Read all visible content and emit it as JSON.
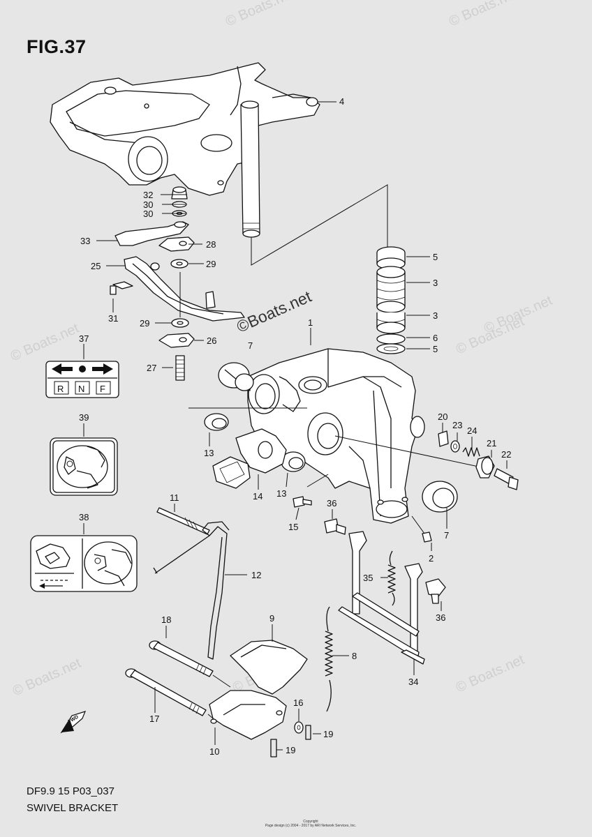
{
  "figure": {
    "title": "FIG.37",
    "model_code": "DF9.9 15 P03_037",
    "section_name": "SWIVEL BRACKET",
    "copyright_lines": [
      "Copyright",
      "Page design (c) 2004 - 2017 by ARI Network Services, Inc."
    ]
  },
  "watermark": {
    "main": "©Boats.net",
    "faint": "© Boats.net"
  },
  "decals": {
    "label_37": {
      "letters": [
        "R",
        "N",
        "F"
      ]
    }
  },
  "direction_marker": "FWD",
  "callouts": [
    {
      "id": "c4",
      "text": "4"
    },
    {
      "id": "c32",
      "text": "32"
    },
    {
      "id": "c30a",
      "text": "30"
    },
    {
      "id": "c30b",
      "text": "30"
    },
    {
      "id": "c33",
      "text": "33"
    },
    {
      "id": "c28",
      "text": "28"
    },
    {
      "id": "c25",
      "text": "25"
    },
    {
      "id": "c29a",
      "text": "29"
    },
    {
      "id": "c31",
      "text": "31"
    },
    {
      "id": "c5a",
      "text": "5"
    },
    {
      "id": "c3a",
      "text": "3"
    },
    {
      "id": "c3b",
      "text": "3"
    },
    {
      "id": "c6",
      "text": "6"
    },
    {
      "id": "c5b",
      "text": "5"
    },
    {
      "id": "c1",
      "text": "1"
    },
    {
      "id": "c29b",
      "text": "29"
    },
    {
      "id": "c26",
      "text": "26"
    },
    {
      "id": "c37",
      "text": "37"
    },
    {
      "id": "c27",
      "text": "27"
    },
    {
      "id": "c7a",
      "text": "7"
    },
    {
      "id": "c39",
      "text": "39"
    },
    {
      "id": "c13a",
      "text": "13"
    },
    {
      "id": "c14",
      "text": "14"
    },
    {
      "id": "c13b",
      "text": "13"
    },
    {
      "id": "c20",
      "text": "20"
    },
    {
      "id": "c23",
      "text": "23"
    },
    {
      "id": "c24",
      "text": "24"
    },
    {
      "id": "c21",
      "text": "21"
    },
    {
      "id": "c22",
      "text": "22"
    },
    {
      "id": "c11",
      "text": "11"
    },
    {
      "id": "c36a",
      "text": "36"
    },
    {
      "id": "c15",
      "text": "15"
    },
    {
      "id": "c7b",
      "text": "7"
    },
    {
      "id": "c2",
      "text": "2"
    },
    {
      "id": "c38",
      "text": "38"
    },
    {
      "id": "c12",
      "text": "12"
    },
    {
      "id": "c35",
      "text": "35"
    },
    {
      "id": "c36b",
      "text": "36"
    },
    {
      "id": "c18",
      "text": "18"
    },
    {
      "id": "c9",
      "text": "9"
    },
    {
      "id": "c8",
      "text": "8"
    },
    {
      "id": "c34",
      "text": "34"
    },
    {
      "id": "c16",
      "text": "16"
    },
    {
      "id": "c17",
      "text": "17"
    },
    {
      "id": "c19a",
      "text": "19"
    },
    {
      "id": "c10",
      "text": "10"
    },
    {
      "id": "c19b",
      "text": "19"
    }
  ]
}
